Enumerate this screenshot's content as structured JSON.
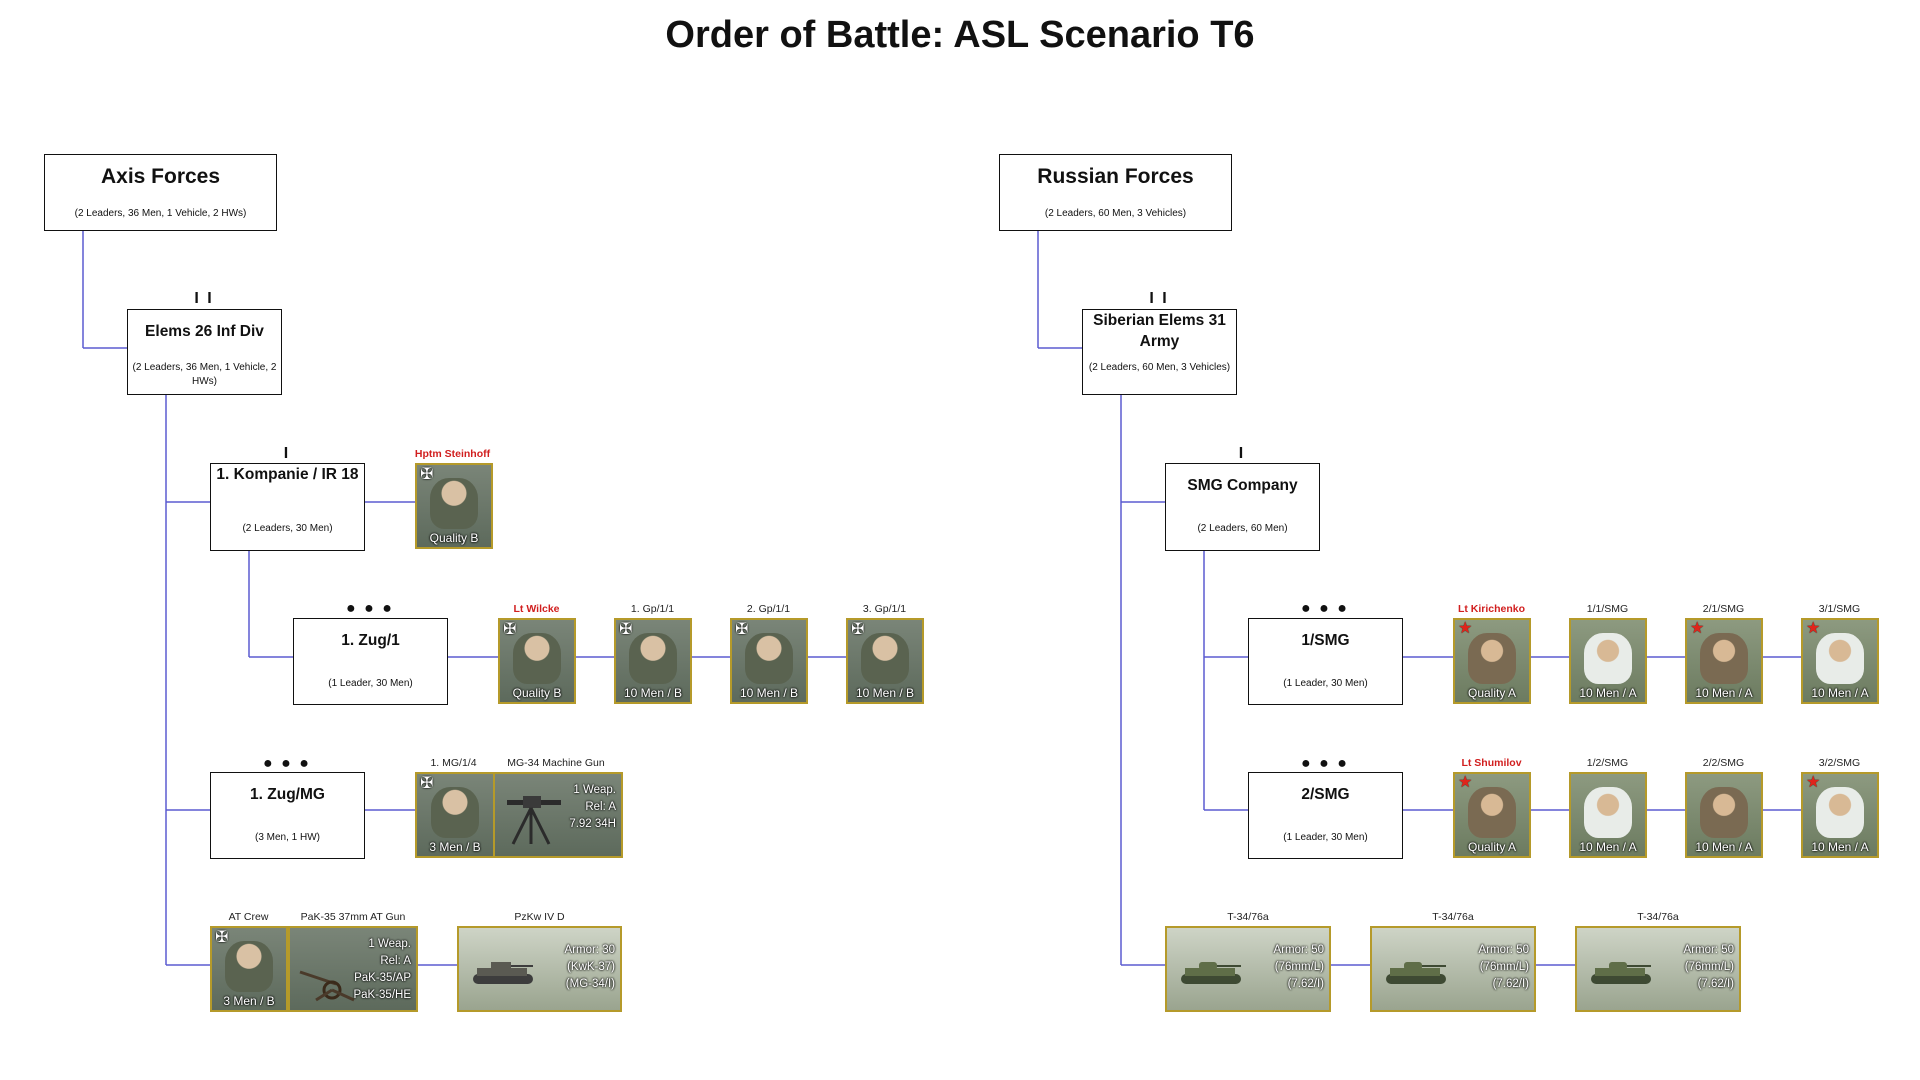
{
  "title": "Order of Battle: ASL Scenario T6",
  "axis": {
    "force": {
      "name": "Axis Forces",
      "summary": "(2 Leaders, 36 Men, 1 Vehicle, 2 HWs)"
    },
    "division": {
      "mark": "I I",
      "name": "Elems 26 Inf Div",
      "summary": "(2 Leaders, 36 Men, 1 Vehicle, 2 HWs)"
    },
    "company": {
      "mark": "I",
      "name": "1. Kompanie / IR 18",
      "summary": "(2 Leaders, 30 Men)",
      "leader": {
        "label": "Hptm Steinhoff",
        "caption": "Quality B"
      }
    },
    "platoon1": {
      "mark": "● ● ●",
      "name": "1. Zug/1",
      "summary": "(1 Leader, 30 Men)",
      "counters": [
        {
          "label": "Lt Wilcke",
          "caption": "Quality B"
        },
        {
          "label": "1. Gp/1/1",
          "caption": "10 Men / B"
        },
        {
          "label": "2. Gp/1/1",
          "caption": "10 Men / B"
        },
        {
          "label": "3. Gp/1/1",
          "caption": "10 Men / B"
        }
      ]
    },
    "platoon_mg": {
      "mark": "● ● ●",
      "name": "1. Zug/MG",
      "summary": "(3 Men, 1 HW)",
      "crew": {
        "label": "1. MG/1/4",
        "caption": "3 Men / B"
      },
      "weapon": {
        "label": "MG-34 Machine Gun",
        "stats": [
          "1 Weap.",
          "Rel: A",
          "7.92 34H"
        ]
      }
    },
    "at_crew": {
      "label": "AT Crew",
      "caption": "3 Men / B"
    },
    "at_gun": {
      "label": "PaK-35 37mm AT Gun",
      "stats": [
        "1 Weap.",
        "Rel: A",
        "PaK-35/AP",
        "PaK-35/HE"
      ]
    },
    "tank": {
      "label": "PzKw IV D",
      "stats": [
        "Armor: 30",
        "(KwK-37)",
        "(MG-34/I)"
      ]
    }
  },
  "russia": {
    "force": {
      "name": "Russian Forces",
      "summary": "(2 Leaders, 60 Men, 3 Vehicles)"
    },
    "army": {
      "mark": "I I",
      "name": "Siberian Elems 31 Army",
      "summary": "(2 Leaders, 60 Men, 3 Vehicles)"
    },
    "company": {
      "mark": "I",
      "name": "SMG Company",
      "summary": "(2 Leaders, 60 Men)"
    },
    "platoon1": {
      "mark": "● ● ●",
      "name": "1/SMG",
      "summary": "(1 Leader, 30 Men)",
      "counters": [
        {
          "label": "Lt Kirichenko",
          "caption": "Quality A"
        },
        {
          "label": "1/1/SMG",
          "caption": "10 Men / A"
        },
        {
          "label": "2/1/SMG",
          "caption": "10 Men / A"
        },
        {
          "label": "3/1/SMG",
          "caption": "10 Men / A"
        }
      ]
    },
    "platoon2": {
      "mark": "● ● ●",
      "name": "2/SMG",
      "summary": "(1 Leader, 30 Men)",
      "counters": [
        {
          "label": "Lt Shumilov",
          "caption": "Quality A"
        },
        {
          "label": "1/2/SMG",
          "caption": "10 Men / A"
        },
        {
          "label": "2/2/SMG",
          "caption": "10 Men / A"
        },
        {
          "label": "3/2/SMG",
          "caption": "10 Men / A"
        }
      ]
    },
    "tanks": [
      {
        "label": "T-34/76a",
        "stats": [
          "Armor: 50",
          "(76mm/L)",
          "(7.62/I)"
        ]
      },
      {
        "label": "T-34/76a",
        "stats": [
          "Armor: 50",
          "(76mm/L)",
          "(7.62/I)"
        ]
      },
      {
        "label": "T-34/76a",
        "stats": [
          "Armor: 50",
          "(76mm/L)",
          "(7.62/I)"
        ]
      }
    ]
  },
  "colors": {
    "connector": "#5b5bd0",
    "counter_border": "#b59a2a",
    "leader_label": "#d11f1f"
  }
}
